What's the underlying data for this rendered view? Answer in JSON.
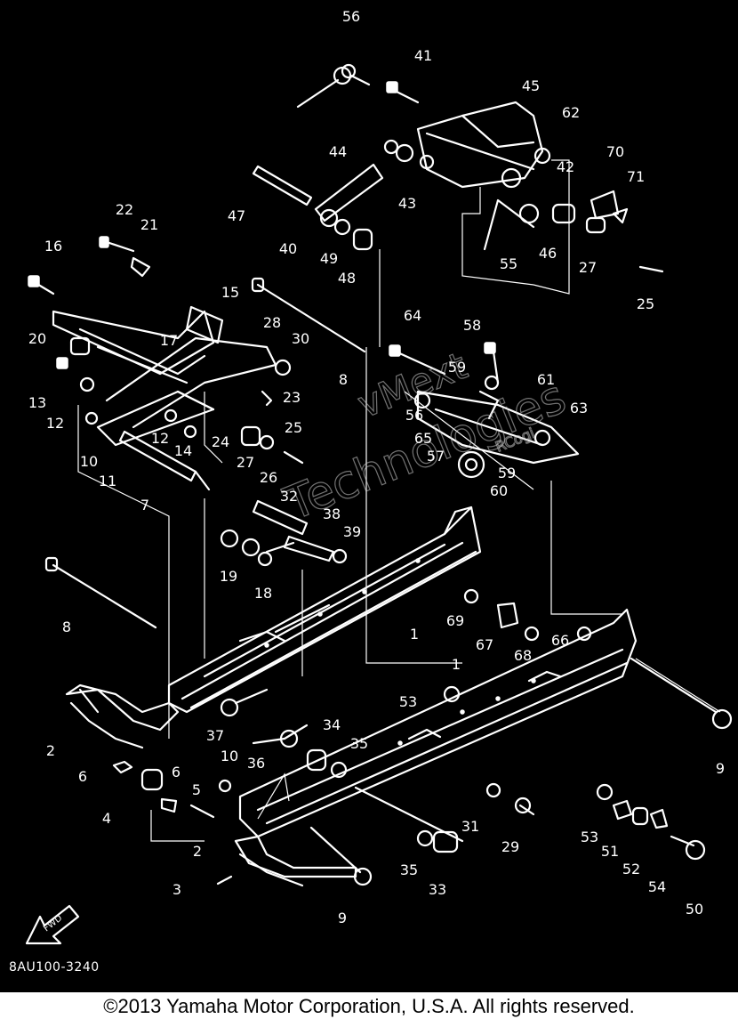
{
  "diagram": {
    "callouts": [
      {
        "id": "c56",
        "label": "56"
      },
      {
        "id": "c41",
        "label": "41"
      },
      {
        "id": "c45",
        "label": "45"
      },
      {
        "id": "c62",
        "label": "62"
      },
      {
        "id": "c44",
        "label": "44"
      },
      {
        "id": "c43",
        "label": "43"
      },
      {
        "id": "c42",
        "label": "42"
      },
      {
        "id": "c70",
        "label": "70"
      },
      {
        "id": "c71",
        "label": "71"
      },
      {
        "id": "c47",
        "label": "47"
      },
      {
        "id": "c40",
        "label": "40"
      },
      {
        "id": "c49",
        "label": "49"
      },
      {
        "id": "c48",
        "label": "48"
      },
      {
        "id": "c46",
        "label": "46"
      },
      {
        "id": "c27a",
        "label": "27"
      },
      {
        "id": "c55",
        "label": "55"
      },
      {
        "id": "c25a",
        "label": "25"
      },
      {
        "id": "c22",
        "label": "22"
      },
      {
        "id": "c21",
        "label": "21"
      },
      {
        "id": "c16",
        "label": "16"
      },
      {
        "id": "c15",
        "label": "15"
      },
      {
        "id": "c28",
        "label": "28"
      },
      {
        "id": "c30",
        "label": "30"
      },
      {
        "id": "c64",
        "label": "64"
      },
      {
        "id": "c58",
        "label": "58"
      },
      {
        "id": "c20",
        "label": "20"
      },
      {
        "id": "c17",
        "label": "17"
      },
      {
        "id": "c8a",
        "label": "8"
      },
      {
        "id": "c59a",
        "label": "59"
      },
      {
        "id": "c61",
        "label": "61"
      },
      {
        "id": "c13",
        "label": "13"
      },
      {
        "id": "c23",
        "label": "23"
      },
      {
        "id": "c56b",
        "label": "56"
      },
      {
        "id": "c63",
        "label": "63"
      },
      {
        "id": "c12a",
        "label": "12"
      },
      {
        "id": "c12b",
        "label": "12"
      },
      {
        "id": "c25b",
        "label": "25"
      },
      {
        "id": "c65",
        "label": "65"
      },
      {
        "id": "c14",
        "label": "14"
      },
      {
        "id": "c24",
        "label": "24"
      },
      {
        "id": "c27b",
        "label": "27"
      },
      {
        "id": "c57",
        "label": "57"
      },
      {
        "id": "c59b",
        "label": "59"
      },
      {
        "id": "c10a",
        "label": "10"
      },
      {
        "id": "c26",
        "label": "26"
      },
      {
        "id": "c11",
        "label": "11"
      },
      {
        "id": "c7",
        "label": "7"
      },
      {
        "id": "c60",
        "label": "60"
      },
      {
        "id": "c32",
        "label": "32"
      },
      {
        "id": "c38",
        "label": "38"
      },
      {
        "id": "c39",
        "label": "39"
      },
      {
        "id": "c19",
        "label": "19"
      },
      {
        "id": "c18",
        "label": "18"
      },
      {
        "id": "c8b",
        "label": "8"
      },
      {
        "id": "c69",
        "label": "69"
      },
      {
        "id": "c1a",
        "label": "1"
      },
      {
        "id": "c67",
        "label": "67"
      },
      {
        "id": "c66",
        "label": "66"
      },
      {
        "id": "c68",
        "label": "68"
      },
      {
        "id": "c1b",
        "label": "1"
      },
      {
        "id": "c53a",
        "label": "53"
      },
      {
        "id": "c2a",
        "label": "2"
      },
      {
        "id": "c37",
        "label": "37"
      },
      {
        "id": "c34",
        "label": "34"
      },
      {
        "id": "c35a",
        "label": "35"
      },
      {
        "id": "c9a",
        "label": "9"
      },
      {
        "id": "c6a",
        "label": "6"
      },
      {
        "id": "c36",
        "label": "36"
      },
      {
        "id": "c10b",
        "label": "10"
      },
      {
        "id": "c6b",
        "label": "6"
      },
      {
        "id": "c4",
        "label": "4"
      },
      {
        "id": "c5",
        "label": "5"
      },
      {
        "id": "c31",
        "label": "31"
      },
      {
        "id": "c29",
        "label": "29"
      },
      {
        "id": "c53b",
        "label": "53"
      },
      {
        "id": "c51",
        "label": "51"
      },
      {
        "id": "c52",
        "label": "52"
      },
      {
        "id": "c54",
        "label": "54"
      },
      {
        "id": "c2b",
        "label": "2"
      },
      {
        "id": "c35b",
        "label": "35"
      },
      {
        "id": "c3",
        "label": "3"
      },
      {
        "id": "c33",
        "label": "33"
      },
      {
        "id": "c9b",
        "label": "9"
      },
      {
        "id": "c50",
        "label": "50"
      }
    ],
    "fwd_label": "FWD",
    "diagram_code": "8AU100-3240",
    "watermark": {
      "line1": "vMext",
      "line2": "Technologies",
      "mark": "RCogi"
    }
  },
  "footer": {
    "copyright": "©2013 Yamaha Motor Corporation, U.S.A. All rights reserved."
  },
  "colors": {
    "background": "#000000",
    "linework": "#ffffff",
    "page": "#ffffff",
    "text": "#000000"
  }
}
